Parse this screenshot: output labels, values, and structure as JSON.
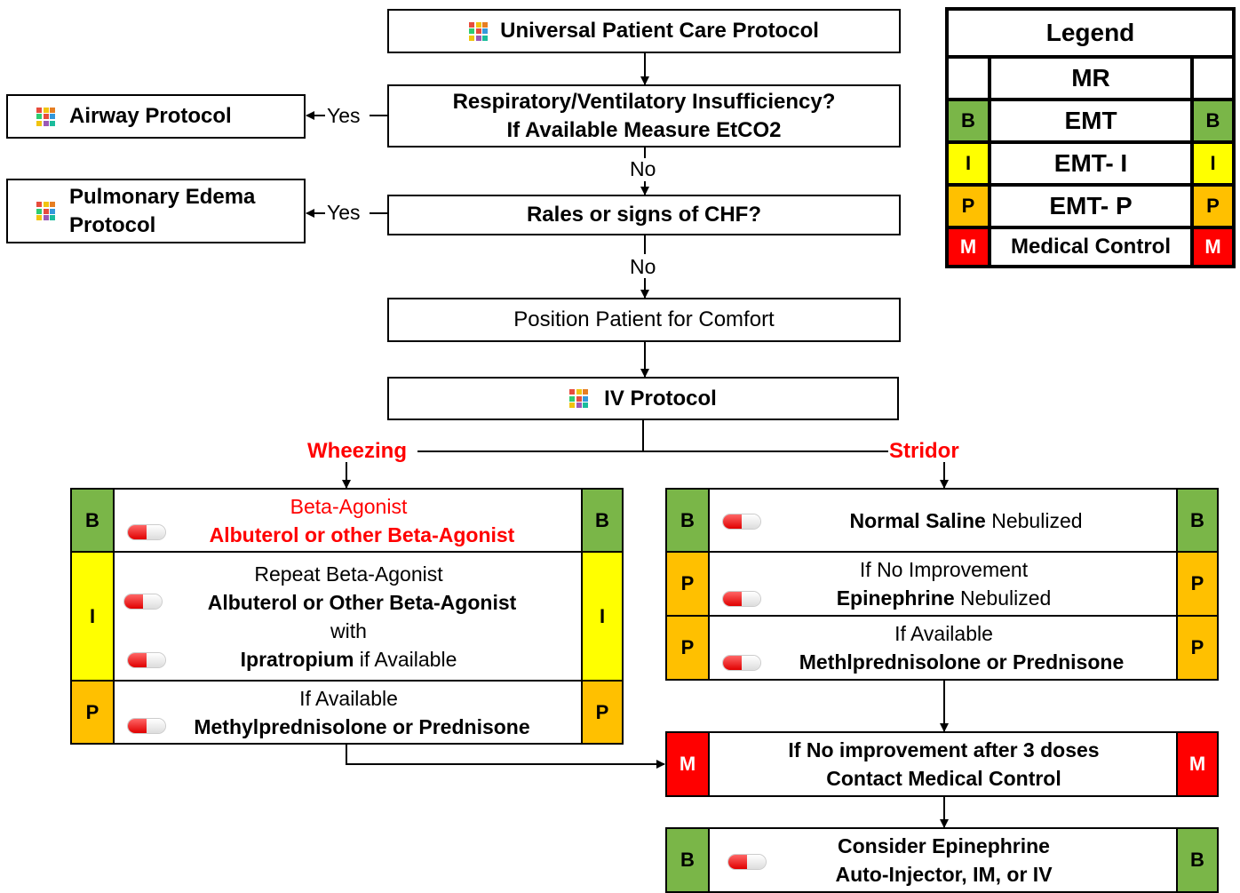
{
  "colors": {
    "B": "#7ab648",
    "I": "#ffff00",
    "P": "#ffc000",
    "M": "#ff0000",
    "branch": "#ff0000"
  },
  "icons": {
    "protocol": "protocol-grid-icon",
    "medication": "pill-icon"
  },
  "universal": "Universal Patient Care Protocol",
  "resp": {
    "line1": "Respiratory/Ventilatory Insufficiency?",
    "line2": "If Available Measure EtCO2"
  },
  "airway": "Airway Protocol",
  "pulm": {
    "line1": "Pulmonary Edema",
    "line2": "Protocol"
  },
  "chf": "Rales or signs of CHF?",
  "yes": "Yes",
  "no": "No",
  "position": "Position Patient for Comfort",
  "iv": "IV Protocol",
  "wheezing": "Wheezing",
  "stridor": "Stridor",
  "legend": {
    "title": "Legend",
    "rows": [
      {
        "code": "",
        "label": "MR"
      },
      {
        "code": "B",
        "label": "EMT"
      },
      {
        "code": "I",
        "label": "EMT- I"
      },
      {
        "code": "P",
        "label": "EMT- P"
      },
      {
        "code": "M",
        "label": "Medical Control"
      }
    ]
  },
  "levels": {
    "B": "B",
    "I": "I",
    "P": "P",
    "M": "M"
  },
  "left": {
    "b": {
      "line1": "Beta-Agonist",
      "line2": "Albuterol or other Beta-Agonist"
    },
    "i": {
      "line1": "Repeat Beta-Agonist",
      "line2": "Albuterol or Other Beta-Agonist",
      "line3": "with",
      "line4_bold": "Ipratropium",
      "line4_rest": " if Available"
    },
    "p": {
      "line1": "If Available",
      "line2": "Methylprednisolone or Prednisone"
    }
  },
  "right": {
    "b": {
      "bold": "Normal Saline",
      "rest": " Nebulized"
    },
    "p1": {
      "line1": "If No Improvement",
      "line2_bold": "Epinephrine",
      "line2_rest": " Nebulized"
    },
    "p2": {
      "line1": "If Available",
      "line2": "Methlprednisolone or Prednisone"
    }
  },
  "medical": {
    "line1": "If No improvement after 3 doses",
    "line2": "Contact Medical Control"
  },
  "consider": {
    "line1": "Consider Epinephrine",
    "line2": "Auto-Injector, IM, or IV"
  }
}
